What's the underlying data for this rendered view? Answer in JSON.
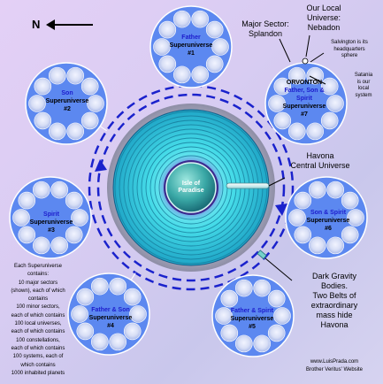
{
  "compass": {
    "direction": "N"
  },
  "paradise": {
    "line1": "Isle of",
    "line2": "Paradise"
  },
  "superuniverses": [
    {
      "name": "Father",
      "label": "Superuniverse",
      "number": "#1"
    },
    {
      "name": "Son",
      "label": "Superuniverse",
      "number": "#2"
    },
    {
      "name": "Spirit",
      "label": "Superuniverse",
      "number": "#3"
    },
    {
      "name": "Father & Son",
      "label": "Superuniverse",
      "number": "#4"
    },
    {
      "name": "Father & Spirit",
      "label": "Superuniverse",
      "number": "#5"
    },
    {
      "name": "Son & Spirit",
      "label": "Superuniverse",
      "number": "#6"
    },
    {
      "name": "ORVONTON",
      "name2": "Father, Son &",
      "name3": "Spirit",
      "label": "Superuniverse",
      "number": "#7"
    }
  ],
  "callouts": {
    "major_sector": [
      "Major Sector:",
      "Splandon"
    ],
    "local_universe": [
      "Our Local",
      "Universe:",
      "Nebadon"
    ],
    "salvington": [
      "Salvington is its",
      "headquarters",
      "sphere"
    ],
    "satania": [
      "Satania",
      "is our",
      "local",
      "system"
    ],
    "havona": [
      "Havona",
      "Central Universe"
    ],
    "gravity": [
      "Dark Gravity",
      "Bodies.",
      "Two Belts of",
      "extraordinary",
      "mass hide",
      "Havona"
    ],
    "contains": [
      "Each Superuniverse",
      "contains:",
      "10 major sectors",
      "(shown), each of which",
      "contains",
      "100 minor sectors,",
      "each of which contains",
      "100 local universes,",
      "each of which contains",
      "100 constellations,",
      "each of which contains",
      "100 systems, each of",
      "which contains",
      "1000 inhabited planets"
    ],
    "website": [
      "www.LuisPrada.com",
      "Brother Veritus' Website"
    ]
  },
  "colors": {
    "ring_blue": "#1a22cc",
    "sector_fill": "#5c88f0",
    "havona_cyan": "#27d3e4",
    "paradise_teal": "#2b9a9a",
    "name_blue": "#1c1ccc"
  }
}
